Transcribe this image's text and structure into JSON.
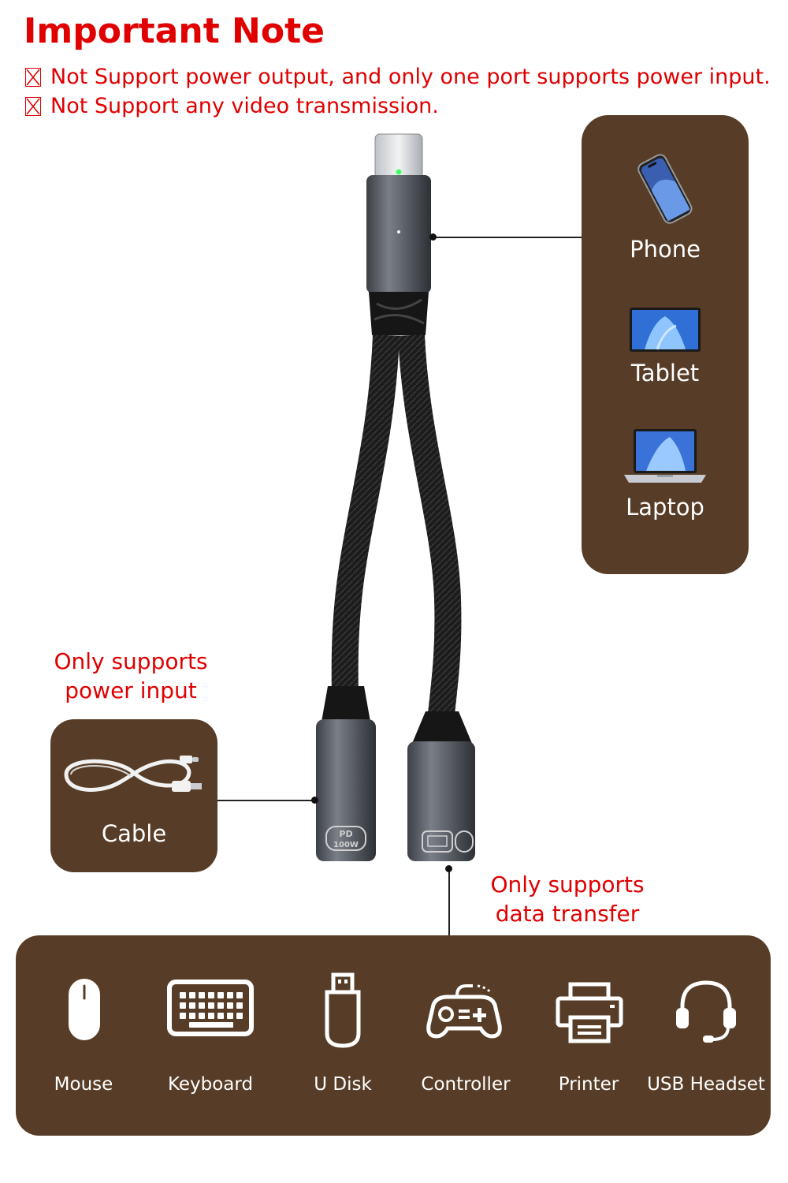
{
  "header": {
    "title": "Important Note",
    "notes": [
      "Not Support power output, and only one port supports power input.",
      "Not Support any video transmission."
    ]
  },
  "right_panel": {
    "devices": [
      {
        "label": "Phone",
        "icon": "phone-icon"
      },
      {
        "label": "Tablet",
        "icon": "tablet-icon"
      },
      {
        "label": "Laptop",
        "icon": "laptop-icon"
      }
    ]
  },
  "left_port": {
    "caption_line1": "Only supports",
    "caption_line2": "power input",
    "panel_label": "Cable",
    "port_badge_line1": "PD",
    "port_badge_line2": "100W"
  },
  "right_port": {
    "caption_line1": "Only supports",
    "caption_line2": "data transfer"
  },
  "bottom_panel": {
    "devices": [
      {
        "label": "Mouse",
        "icon": "mouse-icon"
      },
      {
        "label": "Keyboard",
        "icon": "keyboard-icon"
      },
      {
        "label": "U Disk",
        "icon": "usb-disk-icon"
      },
      {
        "label": "Controller",
        "icon": "gamepad-icon"
      },
      {
        "label": "Printer",
        "icon": "printer-icon"
      },
      {
        "label": "USB Headset",
        "icon": "headset-icon"
      }
    ]
  },
  "colors": {
    "accent_red": "#e00000",
    "panel_brown": "#573d27",
    "connector_gray": "#5b5f66",
    "cable_black": "#1b1b1b"
  }
}
